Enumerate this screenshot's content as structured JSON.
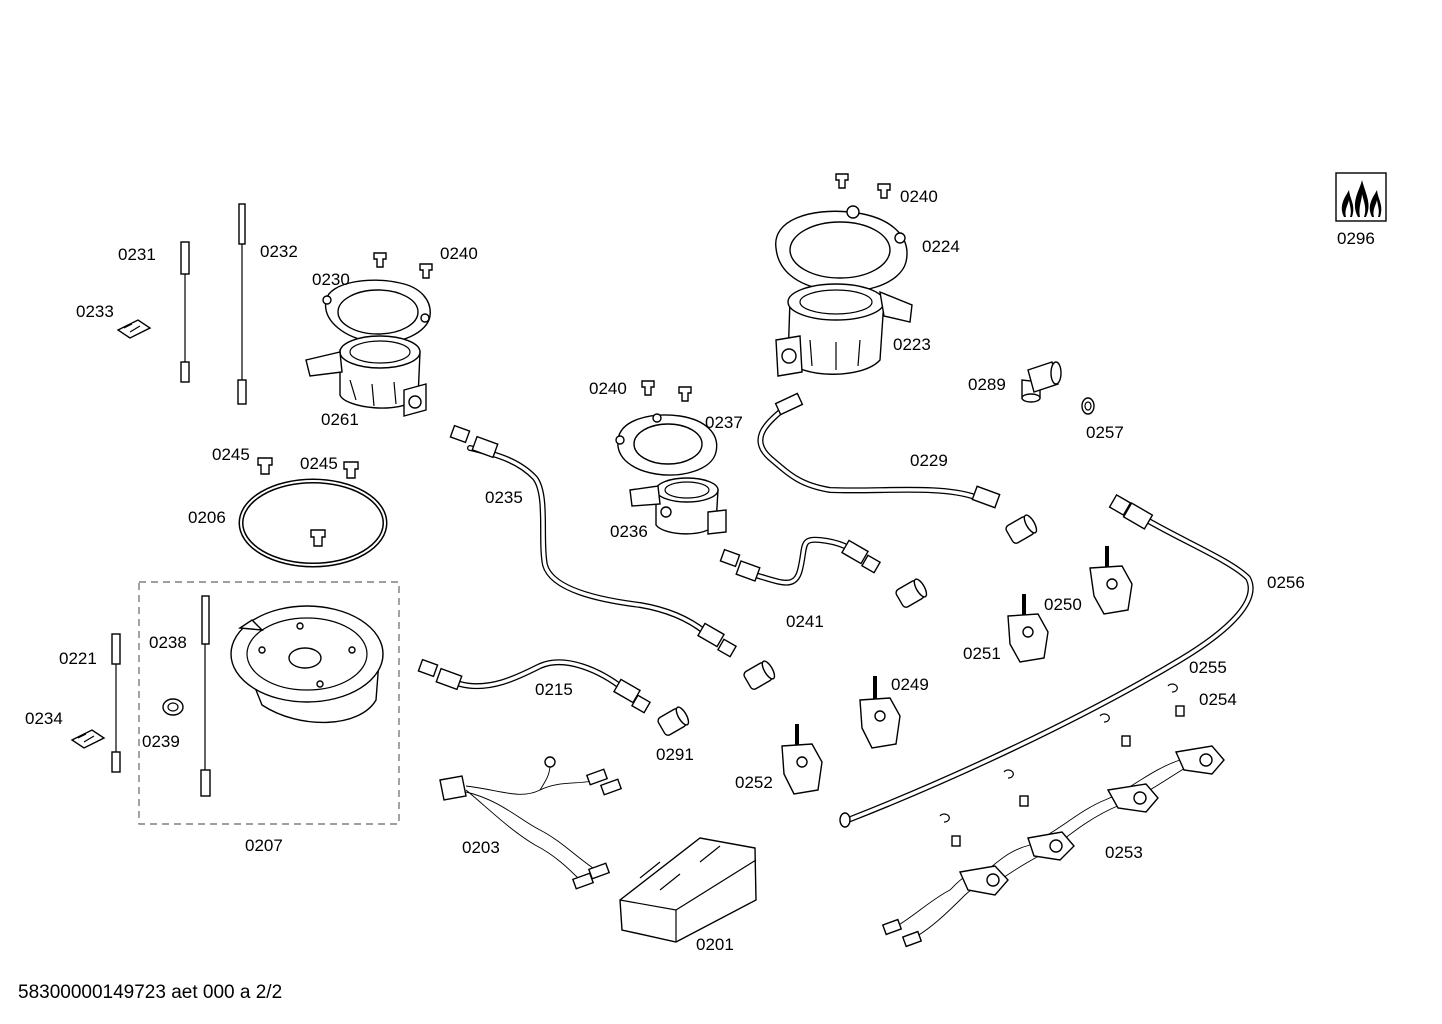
{
  "footer": {
    "document_id": "58300000149723 aet 000 a 2/2"
  },
  "labels": {
    "p0201": "0201",
    "p0203": "0203",
    "p0206": "0206",
    "p0207": "0207",
    "p0215": "0215",
    "p0221": "0221",
    "p0223": "0223",
    "p0224": "0224",
    "p0229": "0229",
    "p0230": "0230",
    "p0231": "0231",
    "p0232": "0232",
    "p0233": "0233",
    "p0234": "0234",
    "p0235": "0235",
    "p0236": "0236",
    "p0237": "0237",
    "p0238": "0238",
    "p0239": "0239",
    "p0240a": "0240",
    "p0240b": "0240",
    "p0240c": "0240",
    "p0241": "0241",
    "p0245a": "0245",
    "p0245b": "0245",
    "p0249": "0249",
    "p0250": "0250",
    "p0251": "0251",
    "p0252": "0252",
    "p0253": "0253",
    "p0254": "0254",
    "p0255": "0255",
    "p0256": "0256",
    "p0257": "0257",
    "p0261": "0261",
    "p0289": "0289",
    "p0291": "0291",
    "p0296": "0296"
  },
  "icons": {
    "gas_symbol": "gas-flame-icon"
  }
}
